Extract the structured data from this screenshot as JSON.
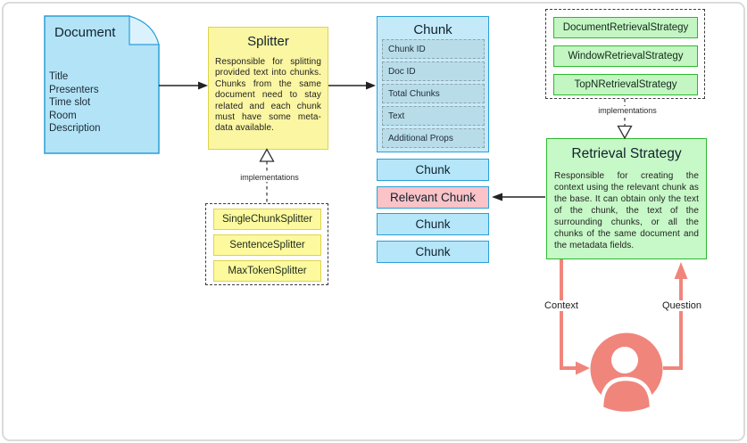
{
  "document": {
    "title": "Document",
    "fields": [
      "Title",
      "Presenters",
      "Time slot",
      "Room",
      "Description"
    ]
  },
  "splitter": {
    "title": "Splitter",
    "description": "Responsible for splitting provided text into chunks. Chunks from the same document need to stay related and each chunk must have some meta-data available.",
    "implementations_label": "implementations",
    "implementations": [
      "SingleChunkSplitter",
      "SentenceSplitter",
      "MaxTokenSplitter"
    ]
  },
  "chunk": {
    "title": "Chunk",
    "fields": [
      "Chunk ID",
      "Doc ID",
      "Total Chunks",
      "Text",
      "Additional Props"
    ]
  },
  "chunks_column": {
    "items": [
      "Chunk",
      "Relevant Chunk",
      "Chunk",
      "Chunk"
    ],
    "relevant_index": 1
  },
  "retrieval": {
    "title": "Retrieval Strategy",
    "description": "Responsible for creating the context using the relevant chunk as the base. It can obtain only the text of the chunk, the text of the surrounding chunks, or all the chunks of the same document and the metadata fields.",
    "implementations_label": "implementations",
    "implementations": [
      "DocumentRetrievalStrategy",
      "WindowRetrievalStrategy",
      "TopNRetrievalStrategy"
    ]
  },
  "flow": {
    "context_label": "Context",
    "question_label": "Question"
  },
  "icons": [
    "person-icon",
    "inheritance-triangle-icon",
    "arrow-icon"
  ],
  "colors": {
    "blue_fill": "#b5e6f9",
    "blue_master_fill": "#c4eaf9",
    "blue_border": "#2a9fd8",
    "chunk_field_fill": "#b9dce9",
    "yellow_fill": "#fbf6a2",
    "yellow_border": "#ddd44e",
    "green_fill": "#c3f6c3",
    "green_border": "#2eb82e",
    "pink_fill": "#f9c3c8",
    "salmon_accent": "#f0857c",
    "frame_border": "#dbdbdb"
  }
}
